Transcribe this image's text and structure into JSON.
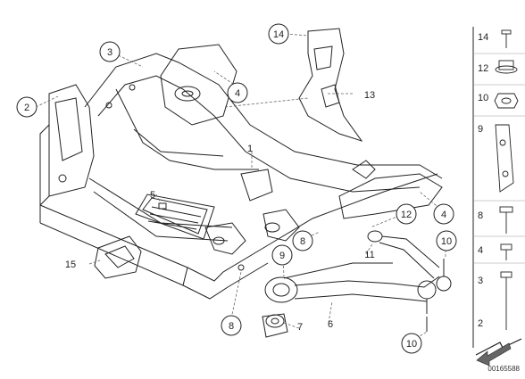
{
  "diagram": {
    "circled_labels": [
      "14",
      "3",
      "2",
      "4",
      "5",
      "12",
      "4",
      "9",
      "8",
      "10",
      "15",
      "7",
      "8",
      "10"
    ],
    "plain_labels": [
      "1",
      "13",
      "11",
      "6"
    ],
    "side_panel": {
      "labels": [
        "14",
        "12",
        "10",
        "9",
        "8",
        "4",
        "3",
        "2"
      ],
      "hardware_icons": [
        "bolt-icon",
        "flange-nut-icon",
        "nut-icon",
        "bracket-icon",
        "long-bolt-icon",
        "short-bolt-icon",
        "torx-bolt-icon"
      ]
    },
    "document_id": "00165588",
    "colors": {
      "line": "#222222",
      "leader": "#666666",
      "circle_fill": "#ffffff"
    }
  }
}
